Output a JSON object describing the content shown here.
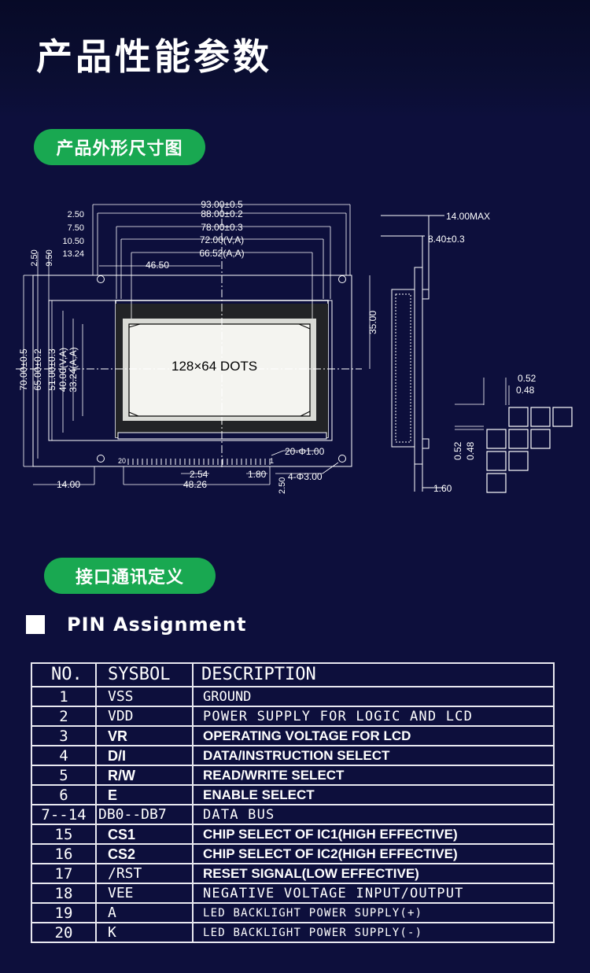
{
  "page_title": "产品性能参数",
  "section_dimensions": "产品外形尺寸图",
  "section_interface": "接口通讯定义",
  "pin_heading": "PIN Assignment",
  "drawing": {
    "dots_label": "128×64 DOTS",
    "dims_top": [
      "93.00±0.5",
      "88.00±0.2",
      "78.00±0.3",
      "72.00(V,A)",
      "66.52(A,A)"
    ],
    "dims_left_small": [
      "2.50",
      "7.50",
      "10.50",
      "13.24"
    ],
    "dim_4650": "46.50",
    "dims_vertical": [
      "70.00±0.5",
      "65.00±0.2",
      "51.00±0.3",
      "40.00(V,A)",
      "33.24(A,A)"
    ],
    "dims_vertical_small": [
      "2.50",
      "9.50"
    ],
    "dim_3500": "35.00",
    "dim_254": "2.54",
    "dim_180": "1.80",
    "dim_4826": "48.26",
    "dim_1400": "14.00",
    "dim_250_bottom": "2.50",
    "pin_hole_label": "20-Φ1.00",
    "mount_hole_label": "4-Φ3.00",
    "pin_20": "20",
    "pin_1": "1",
    "side_14max": "14.00MAX",
    "side_840": "8.40±0.3",
    "side_160": "1.60",
    "pixel_052": "0.52",
    "pixel_048": "0.48",
    "pixel_052_v": "0.52",
    "pixel_048_v": "0.48"
  },
  "table": {
    "headers": [
      "NO.",
      "SYSBOL",
      "DESCRIPTION"
    ],
    "rows": [
      {
        "no": "1",
        "symbol": "VSS",
        "desc": "GROUND"
      },
      {
        "no": "2",
        "symbol": "VDD",
        "desc": "POWER SUPPLY FOR LOGIC AND LCD"
      },
      {
        "no": "3",
        "symbol": "VR",
        "desc": "OPERATING VOLTAGE FOR LCD"
      },
      {
        "no": "4",
        "symbol": "D/I",
        "desc": "DATA/INSTRUCTION SELECT"
      },
      {
        "no": "5",
        "symbol": "R/W",
        "desc": "READ/WRITE SELECT"
      },
      {
        "no": "6",
        "symbol": "E",
        "desc": "ENABLE SELECT"
      },
      {
        "no": "7--14",
        "symbol": "DB0--DB7",
        "desc": "DATA BUS"
      },
      {
        "no": "15",
        "symbol": "CS1",
        "desc": "CHIP SELECT OF IC1(HIGH EFFECTIVE)"
      },
      {
        "no": "16",
        "symbol": "CS2",
        "desc": "CHIP SELECT OF IC2(HIGH EFFECTIVE)"
      },
      {
        "no": "17",
        "symbol": "/RST",
        "desc": "RESET SIGNAL(LOW EFFECTIVE)"
      },
      {
        "no": "18",
        "symbol": "VEE",
        "desc": "NEGATIVE VOLTAGE INPUT/OUTPUT"
      },
      {
        "no": "19",
        "symbol": "A",
        "desc": "LED BACKLIGHT POWER SUPPLY(+)"
      },
      {
        "no": "20",
        "symbol": "K",
        "desc": "LED BACKLIGHT POWER SUPPLY(-)"
      }
    ]
  },
  "colors": {
    "background": "#0d0f3c",
    "accent_green": "#19a851",
    "line": "#ffffff"
  }
}
